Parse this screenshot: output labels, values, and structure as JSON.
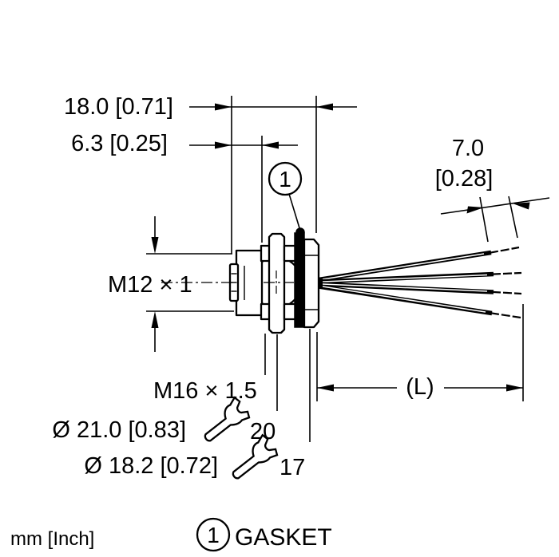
{
  "drawing": {
    "units_note": "mm [Inch]",
    "dimensions": {
      "total_length": "18.0 [0.71]",
      "front_length": "6.3 [0.25]",
      "strip_length_mm": "7.0",
      "strip_length_inch": "[0.28]",
      "cable_length": "(L)"
    },
    "threads": {
      "front": "M12 × 1",
      "mounting": "M16 × 1.5"
    },
    "diameters": {
      "flange": "Ø 21.0 [0.83]",
      "nut": "Ø 18.2 [0.72]"
    },
    "wrench_sizes": {
      "flange": "20",
      "nut": "17"
    },
    "callout": {
      "balloon_number": "1"
    },
    "legend": {
      "number": "1",
      "label": "GASKET"
    },
    "colors": {
      "ink": "#000000",
      "background": "#ffffff"
    }
  }
}
